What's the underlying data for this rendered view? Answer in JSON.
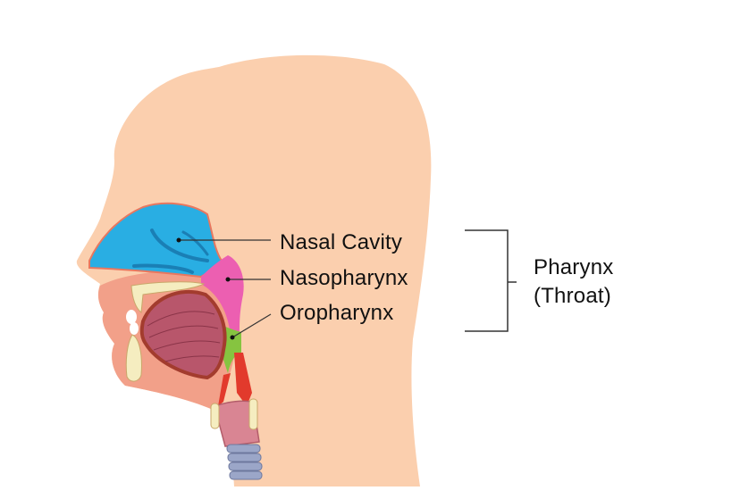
{
  "labels": {
    "nasal_cavity": "Nasal Cavity",
    "nasopharynx": "Nasopharynx",
    "oropharynx": "Oropharynx",
    "group_line1": "Pharynx",
    "group_line2": "(Throat)"
  },
  "colors": {
    "skin": "#fbcfae",
    "nasal_cavity": "#29aee3",
    "nasopharynx": "#ec5fb1",
    "oropharynx": "#86c440",
    "tongue": "#b8566b",
    "tissue": "#f2a089",
    "bone": "#f5edc0",
    "artery": "#e23a2c",
    "trachea_rings": "#9ba6c8"
  }
}
